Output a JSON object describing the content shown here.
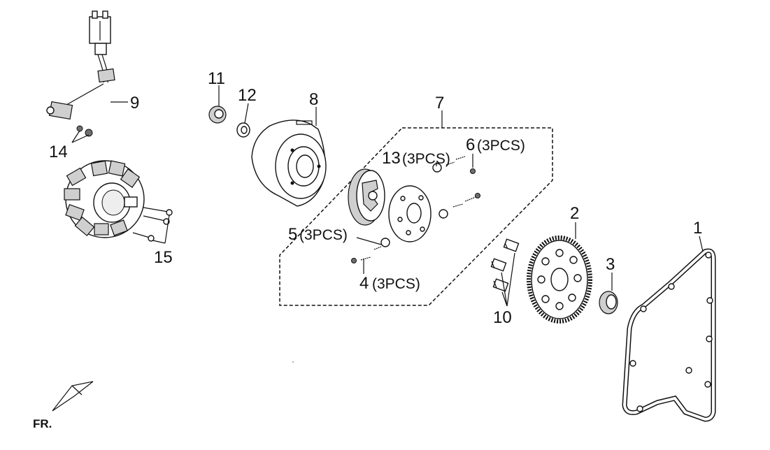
{
  "labels": {
    "p1": "1",
    "p2": "2",
    "p3": "3",
    "p4": "4",
    "p4_qty": "(3PCS)",
    "p5": "5",
    "p5_qty": "(3PCS)",
    "p6": "6",
    "p6_qty": "(3PCS)",
    "p7": "7",
    "p8": "8",
    "p9": "9",
    "p10": "10",
    "p11": "11",
    "p12": "12",
    "p13": "13",
    "p13_qty": "(3PCS)",
    "p14": "14",
    "p15": "15",
    "front_indicator": "FR."
  },
  "icons": {
    "front_arrow": "front-direction-arrow-icon"
  },
  "colors": {
    "line": "#111111",
    "shade": "#cfcfcf",
    "dark": "#6f6f6f",
    "background": "#ffffff"
  }
}
